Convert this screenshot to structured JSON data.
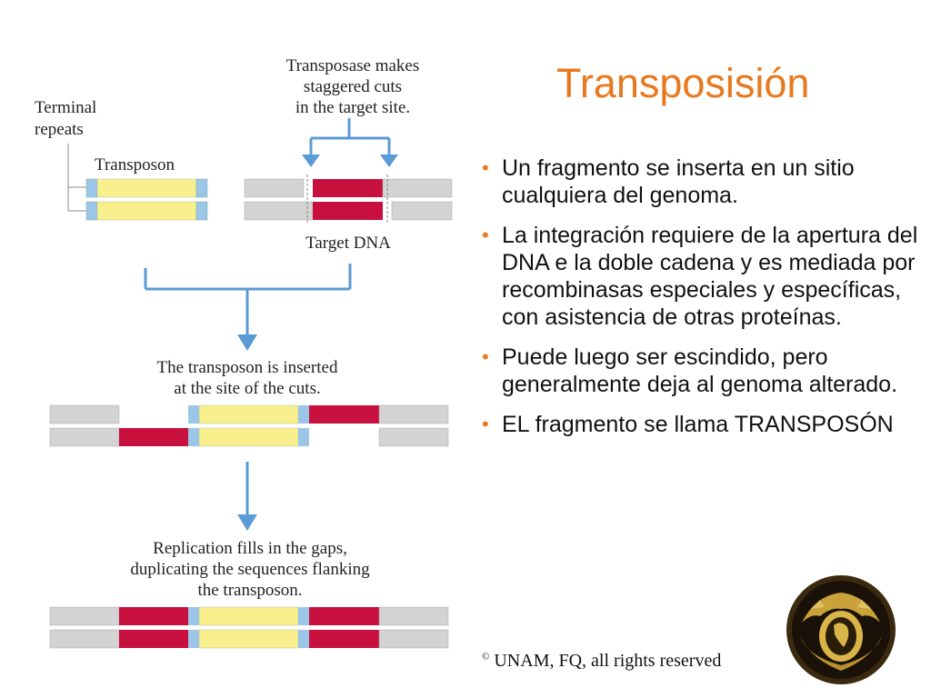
{
  "slide": {
    "title": "Transposisión",
    "bullets": [
      "Un fragmento se inserta en un sitio cualquiera del genoma.",
      "La integración requiere de la apertura del DNA e la doble cadena y es mediada por recombinasas especiales y específicas, con asistencia de otras proteínas.",
      "Puede luego ser escindido, pero generalmente deja al genoma alterado.",
      "EL fragmento se llama TRANSPOSÓN"
    ],
    "copyright_symbol": "©",
    "copyright": "UNAM, FQ, all rights reserved",
    "seal_icon": "unam-seal-icon"
  },
  "diagram": {
    "terminal_repeats_label": [
      "Terminal",
      "repeats"
    ],
    "transposon_label": "Transposon",
    "transposase_label": [
      "Transposase makes",
      "staggered cuts",
      "in the target site."
    ],
    "target_dna_label": "Target DNA",
    "inserted_label": [
      "The transposon is inserted",
      "at the site of the cuts."
    ],
    "replication_label": [
      "Replication fills in the gaps,",
      "duplicating the sequences flanking",
      "the transposon."
    ],
    "colors": {
      "dna_gray": "#d3d3d3",
      "transposon_yellow": "#f7f08c",
      "repeat_blue": "#9cc6e8",
      "target_red": "#c8103e",
      "arrow_blue": "#5b9bd5",
      "title_orange": "#e8791f"
    }
  }
}
